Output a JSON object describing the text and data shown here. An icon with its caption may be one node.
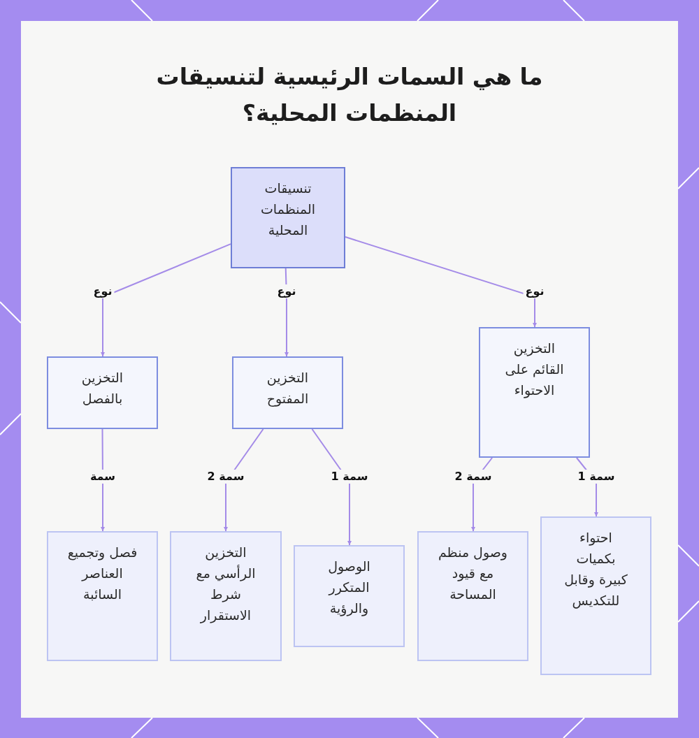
{
  "diagram": {
    "title": "ما هي السمات الرئيسية لتنسيقات المنظمات المحلية؟",
    "nodes": [
      {
        "text": [
          "تنسيقات المنظمات المحلية"
        ]
      },
      {
        "text": [
          "التخزين بالفصل"
        ]
      },
      {
        "text": [
          "التخزين المفتوح"
        ]
      },
      {
        "text": [
          "التخزين القائم على الاحتواء"
        ]
      },
      {
        "text": [
          "فصل وتجميع العناصر السائبة"
        ]
      },
      {
        "text": [
          "التخزين الرأسي مع شرط الاستقرار"
        ]
      },
      {
        "text": [
          "الوصول المتكرر والرؤية"
        ]
      },
      {
        "text": [
          "وصول منظم مع قيود المساحة"
        ]
      },
      {
        "text": [
          "احتواء بكميات كبيرة وقابل للتكديس"
        ]
      }
    ],
    "edges": [
      {
        "from": 0,
        "to": 1,
        "arrow": "to",
        "label": "نوع"
      },
      {
        "from": 0,
        "to": 2,
        "arrow": "to",
        "label": "نوع"
      },
      {
        "from": 0,
        "to": 3,
        "arrow": "to",
        "label": "نوع"
      },
      {
        "from": 1,
        "to": 4,
        "arrow": "to",
        "label": "سمة"
      },
      {
        "from": 2,
        "to": 5,
        "arrow": "to",
        "label": "سمة 2"
      },
      {
        "from": 2,
        "to": 6,
        "arrow": "to",
        "label": "سمة 1"
      },
      {
        "from": 3,
        "to": 7,
        "arrow": "to",
        "label": "سمة 2"
      },
      {
        "from": 3,
        "to": 8,
        "arrow": "to",
        "label": "سمة 1"
      }
    ]
  }
}
